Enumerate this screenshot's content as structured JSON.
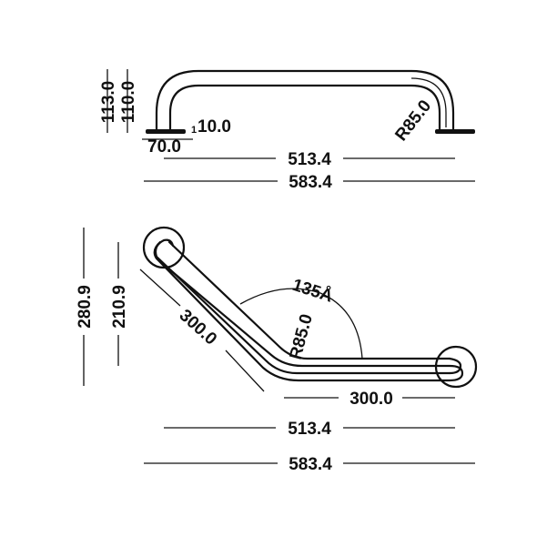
{
  "top_view": {
    "dims": {
      "height_outer": "113.0",
      "height_inner": "110.0",
      "tube_diameter": "10.0",
      "tube_marker": "1",
      "base_plate": "70.0",
      "bend_radius": "R85.0",
      "inner_span": "513.4",
      "overall_length": "583.4"
    }
  },
  "angled_view": {
    "dims": {
      "overall_height": "280.9",
      "inner_height": "210.9",
      "diagonal_length": "300.0",
      "bend_radius": "R85.0",
      "angle": "135Å",
      "horizontal_length": "300.0",
      "inner_span": "513.4",
      "overall_length": "583.4"
    }
  }
}
